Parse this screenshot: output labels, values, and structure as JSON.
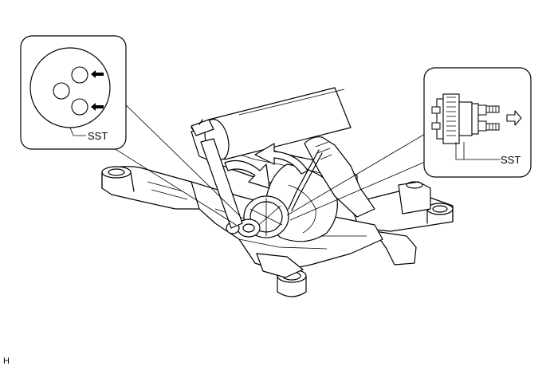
{
  "callout_left": {
    "label": "SST"
  },
  "callout_right": {
    "label": "SST"
  },
  "corner_mark": "H"
}
